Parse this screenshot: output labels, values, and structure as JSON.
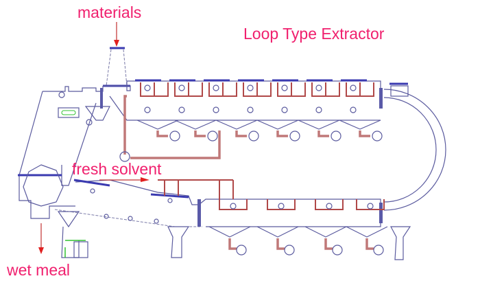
{
  "title": "Loop Type Extractor",
  "labels": {
    "materials": "materials",
    "fresh_solvent": "fresh solvent",
    "wet_meal": "wet meal"
  },
  "colors": {
    "label": "#f0206e",
    "vessel": "#5a5a9e",
    "pipe": "#b04848",
    "drive": "#30c030"
  }
}
